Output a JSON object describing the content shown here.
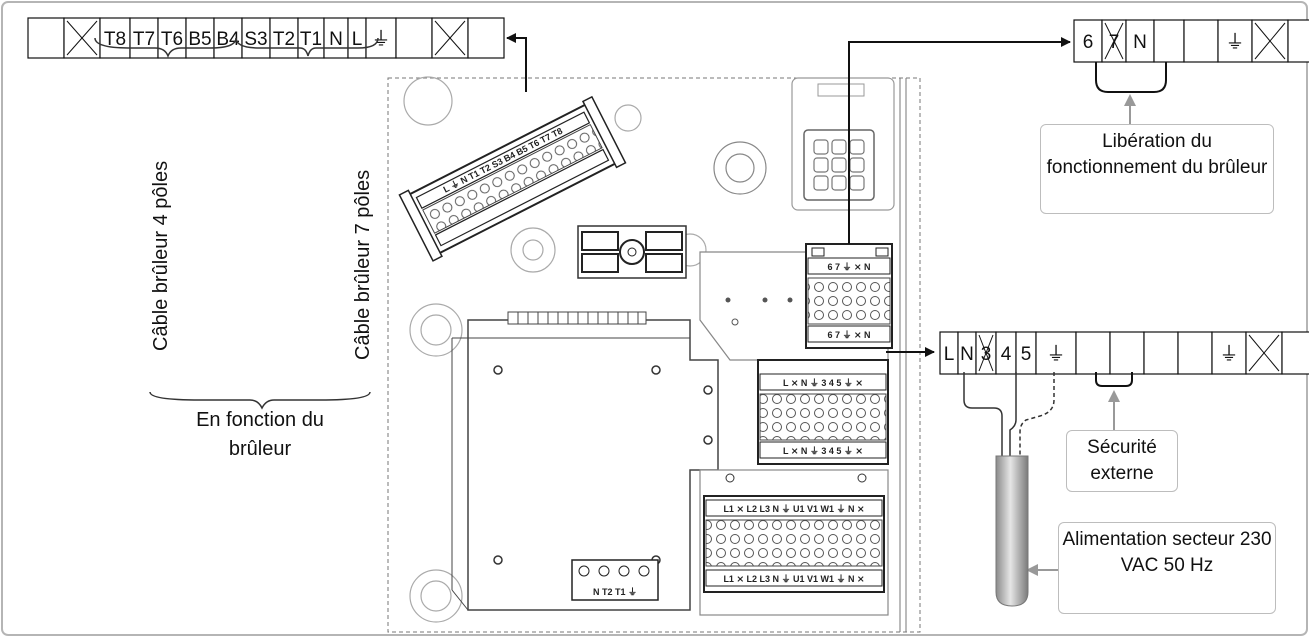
{
  "top_left_strip": {
    "terminals": [
      "",
      "",
      "T8",
      "T7",
      "T6",
      "B5",
      "B4",
      "S3",
      "T2",
      "T1",
      "N",
      "L",
      "⏚",
      "",
      "",
      ""
    ]
  },
  "top_right_strip": {
    "terminals": [
      "6",
      "7",
      "N",
      "",
      "",
      "⏚",
      "",
      ""
    ]
  },
  "mid_right_strip": {
    "terminals": [
      "L",
      "N",
      "3",
      "4",
      "5",
      "⏚",
      "",
      "",
      "",
      "",
      "⏚",
      "",
      ""
    ]
  },
  "labels": {
    "cable_4_poles": "Câble brûleur 4 pôles",
    "cable_7_poles": "Câble brûleur 7 pôles",
    "depends_on_burner": "En fonction du brûleur",
    "burner_release": "Libération du fonctionnement du brûleur",
    "external_safety": "Sécurité externe",
    "mains_supply": "Alimentation secteur 230 VAC 50 Hz"
  },
  "board_connectors": {
    "angled_top": "L ⏚ N T1 T2 S3 B4 B5 T6 T7 T8",
    "release_block": "6 7 ⏚ ⨯ N",
    "mains_block": "L ⨯ N ⏚ 3 4 5 ⏚ ⨯",
    "lower_block": "L1 ⨯ L2 L3 N ⏚ U1 V1 W1 ⏚ N ⨯",
    "small_block": "N T2 T1 ⏚"
  }
}
